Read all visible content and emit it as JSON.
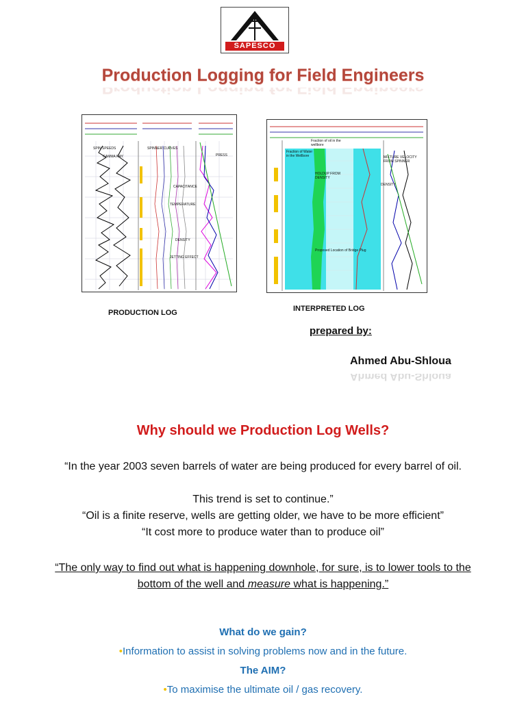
{
  "logo": {
    "text": "SAPESCO"
  },
  "title": "Production Logging for Field Engineers",
  "figures": {
    "production_log": {
      "caption": "PRODUCTION LOG",
      "labels": {
        "spinner_speeds": "SPIN SPEEDS",
        "gamma_ray": "GAMMA RAY",
        "spinner_curves": "SPINNER CURVES",
        "press": "PRESS",
        "capacitance": "CAPACITANCE",
        "temperature": "TEMPERATURE",
        "density": "DENSITY",
        "jetting": "JETTING EFFECT"
      }
    },
    "interpreted_log": {
      "caption": "INTERPRETED LOG",
      "labels": {
        "fraction_oil": "Fraction of oil in the wellbore",
        "fraction_water": "Fraction of Water in the Wellbore",
        "holdup": "HOLDUP FROM DENSITY",
        "mixture": "MIXTURE VELOCITY FROM SPINNER",
        "density": "DENSITY",
        "bridge_plug": "Proposed Location of Bridge Plug"
      }
    }
  },
  "prepared_by": "prepared by:",
  "author": "Ahmed Abu-Shloua",
  "question_heading": "Why should we Production Log Wells?",
  "quotes": [
    "“In the year 2003 seven barrels of water are being produced for every barrel of oil.",
    "This trend is set to continue.”",
    "“Oil is a finite reserve, wells are getting older, we have to be more efficient”",
    "“It cost more to produce water than to produce oil”"
  ],
  "key_quote": {
    "before": "“The only way to find out what is happening downhole, for sure, is to lower tools to the bottom of the well and ",
    "emphasis": "measure",
    "after": " what is happening.”"
  },
  "gain": {
    "heading": "What do we gain?",
    "bullet": "Information to assist in solving problems now and in the future."
  },
  "aim": {
    "heading": "The AIM?",
    "bullet": "To maximise the ultimate oil / gas recovery."
  },
  "colors": {
    "title": "#b5473b",
    "heading_red": "#d11c1c",
    "blue": "#1f6fb2",
    "bullet": "#f2c200"
  }
}
